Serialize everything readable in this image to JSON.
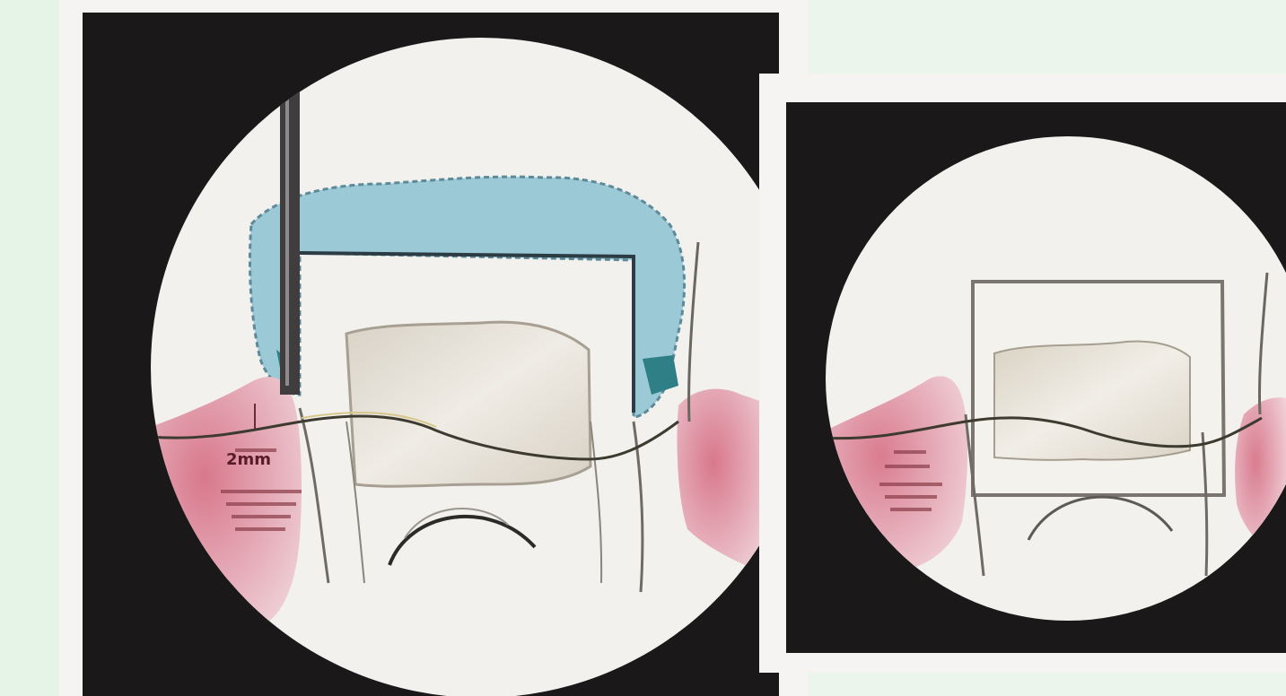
{
  "diagrams": [
    {
      "name": "left-illustration",
      "measure_label": "2mm",
      "note_label": "",
      "colors": {
        "background": "#1b1819",
        "circle": "#f2f1ee",
        "gum": "#dc8b9b",
        "impression_blue": "#9cc9d6",
        "probe": "#3f3d3e",
        "tooth": "#e2ddd2"
      }
    },
    {
      "name": "right-illustration",
      "measure_label": "",
      "note_label": "",
      "colors": {
        "background": "#1b1819",
        "circle": "#f2f1ee",
        "gum": "#dc8b9b",
        "tooth": "#e4dfd3"
      }
    }
  ]
}
